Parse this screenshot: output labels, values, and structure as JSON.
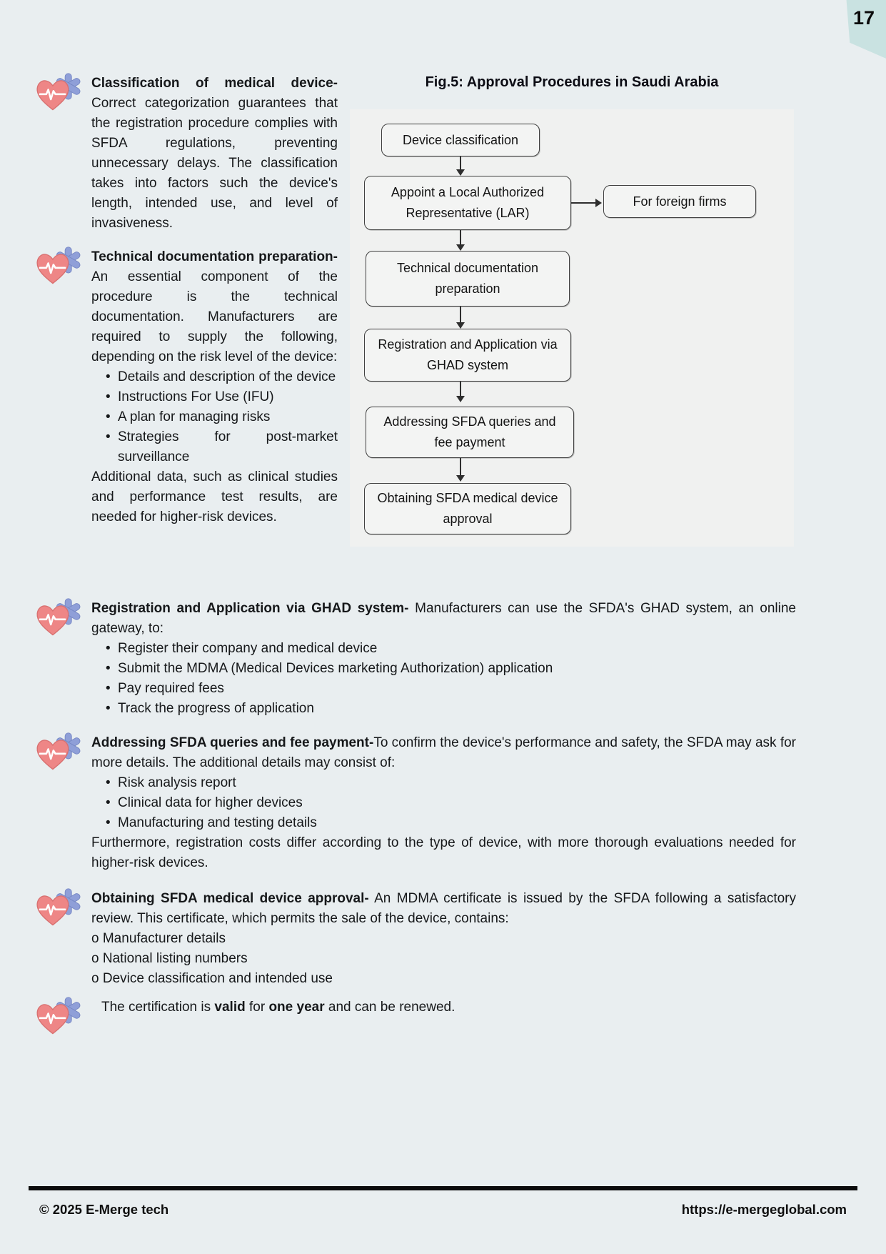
{
  "page_number": "17",
  "figure": {
    "title": "Fig.5: Approval Procedures in Saudi Arabia",
    "boxes": [
      "Device classification",
      "Appoint a Local Authorized Representative (LAR)",
      "Technical documentation preparation",
      "Registration and Application via GHAD system",
      "Addressing SFDA queries and fee payment",
      "Obtaining SFDA medical device approval"
    ],
    "side_box": "For foreign firms"
  },
  "sections": [
    {
      "heading": "Classification of medical device-",
      "body": "Correct categorization guarantees that the registration procedure complies with SFDA regulations, preventing unnecessary delays. The classification takes into factors such the device's length, intended use, and level of invasiveness."
    },
    {
      "heading": "Technical documentation preparation-",
      "body": "An essential component of the procedure is the technical documentation. Manufacturers are required to supply the following, depending on the risk level of the device:",
      "bullets": [
        "Details and description of the device",
        "Instructions For Use (IFU)",
        "A plan for managing risks",
        "Strategies for post-market surveillance"
      ],
      "body_after": "Additional data, such as clinical studies and performance test results, are needed for higher-risk devices."
    },
    {
      "heading": "Registration and Application via GHAD system-",
      "body": "Manufacturers can use the SFDA's GHAD system, an online gateway, to:",
      "bullets": [
        "Register their company and medical device",
        "Submit the MDMA (Medical Devices marketing Authorization) application",
        "Pay required fees",
        "Track the progress of application"
      ]
    },
    {
      "heading": "Addressing SFDA queries and fee payment-",
      "body": "To confirm the device's performance and safety, the SFDA may ask for more details. The additional details may consist of:",
      "bullets": [
        "Risk analysis report",
        "Clinical data for higher devices",
        "Manufacturing and testing details"
      ],
      "body_after": "Furthermore, registration costs differ according to the type of device, with more thorough evaluations needed for higher-risk devices."
    },
    {
      "heading": "Obtaining SFDA medical device approval-",
      "body": "An MDMA certificate is issued by the SFDA following a satisfactory review. This certificate, which permits the sale of the device, contains:",
      "o_items": [
        "Manufacturer details",
        "National listing numbers",
        "Device classification and intended use"
      ]
    }
  ],
  "note": {
    "p0": "The certification is ",
    "p1": "valid",
    "p2": " for ",
    "p3": "one year",
    "p4": " and can be renewed."
  },
  "footer": {
    "left": "© 2025 E-Merge tech",
    "right": "https://e-mergeglobal.com"
  },
  "colors": {
    "banner_teal": "#c9e2e1",
    "heart_pink": "#ee8686",
    "asterisk_blue": "#8f9fd8",
    "page_bg": "#e9eef0",
    "flowchart_bg": "#f0f1f0"
  }
}
